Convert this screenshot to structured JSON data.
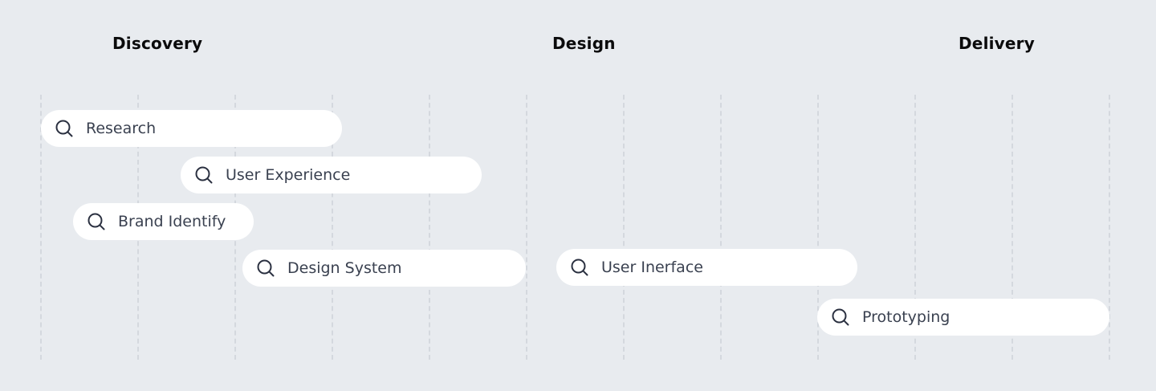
{
  "phases": [
    {
      "title": "Discovery"
    },
    {
      "title": "Design"
    },
    {
      "title": "Delivery"
    }
  ],
  "tasks": [
    {
      "label": "Research",
      "icon": "search-icon"
    },
    {
      "label": "User Experience",
      "icon": "search-icon"
    },
    {
      "label": "Brand Identify",
      "icon": "search-icon"
    },
    {
      "label": "Design System",
      "icon": "search-icon"
    },
    {
      "label": "User Inerface",
      "icon": "search-icon"
    },
    {
      "label": "Prototyping",
      "icon": "search-icon"
    }
  ],
  "colors": {
    "background": "#e8ebef",
    "pill": "#ffffff",
    "label": "#3a4150",
    "title": "#0b0b0c",
    "gridline": "#d4d8de"
  }
}
